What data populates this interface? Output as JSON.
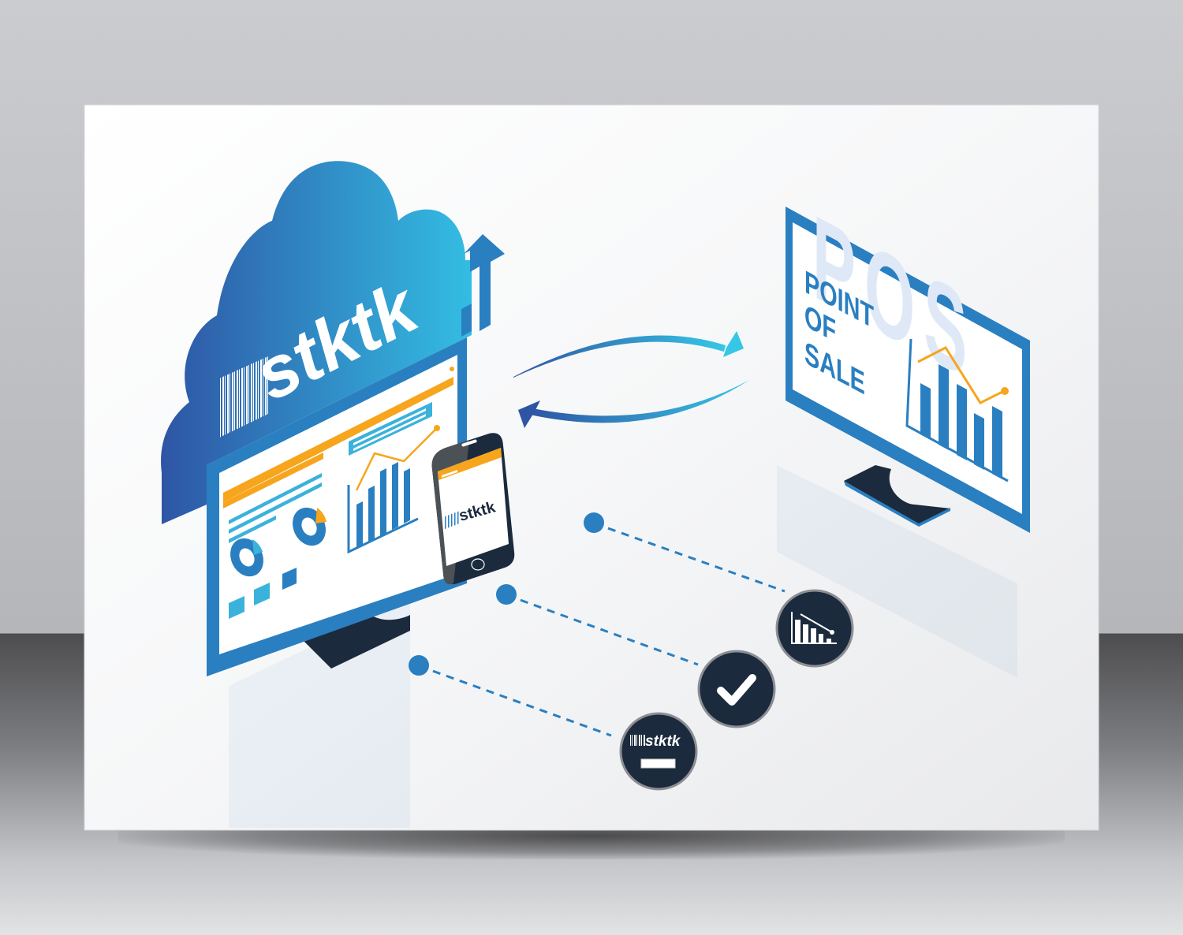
{
  "illustration": {
    "brand": "stktk",
    "cloud_label": "stktk",
    "phone_label": "stktk",
    "pos_monitor": {
      "lines": [
        "POINT",
        "OF",
        "SALE"
      ],
      "watermark": "POS"
    },
    "sync_arrows": {
      "top": "to-pos",
      "bottom": "to-cloud"
    },
    "badges": [
      {
        "id": "stktk-badge",
        "label": "stktk",
        "icon": "barcode-logo-icon"
      },
      {
        "id": "check-badge",
        "icon": "checkmark-icon"
      },
      {
        "id": "decline-chart-badge",
        "icon": "declining-bar-chart-icon"
      }
    ]
  },
  "colors": {
    "primary_blue": "#2a7fc1",
    "dark_blue": "#2e55a4",
    "light_blue": "#33bde3",
    "accent_orange": "#f7a51c",
    "navy": "#1b2a3d",
    "card_bg": "#f4f5f6"
  }
}
